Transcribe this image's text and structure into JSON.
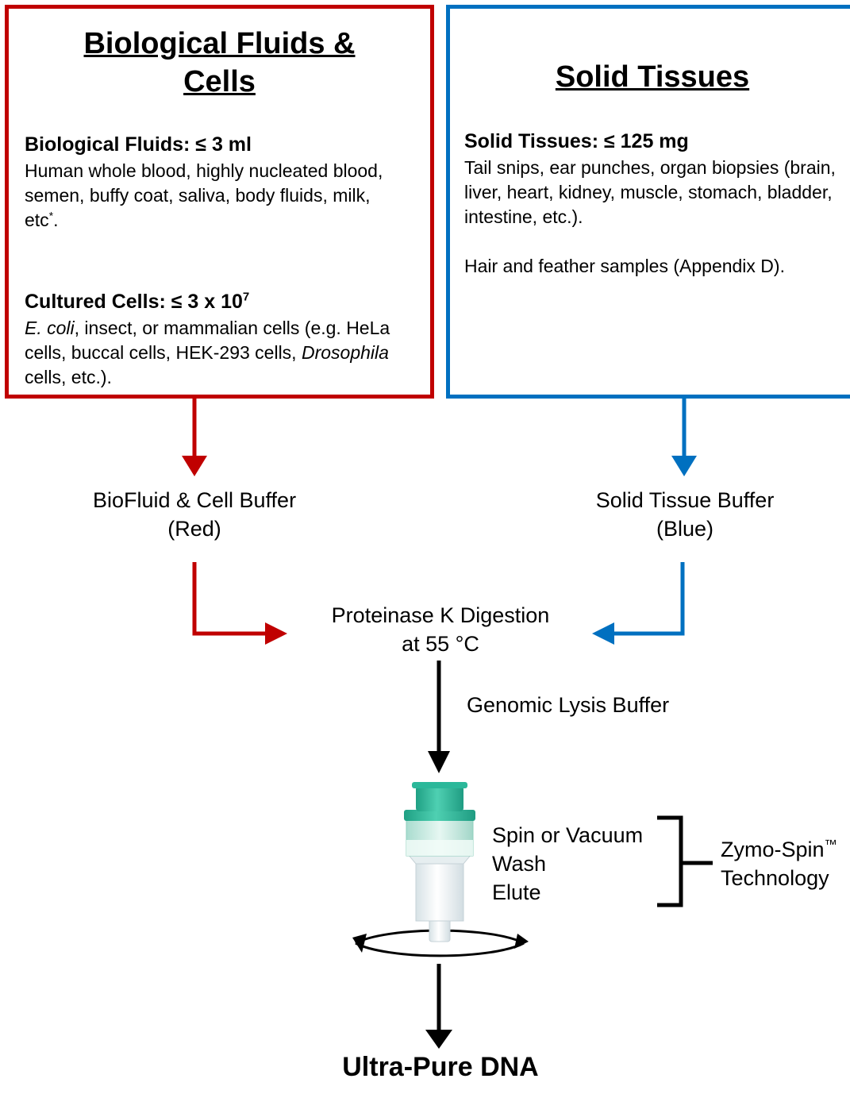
{
  "colors": {
    "red": "#c00000",
    "blue": "#0070c0",
    "column_teal": "#2bb89a",
    "column_body": "#e8eef0"
  },
  "left_box": {
    "title_line1": "Biological Fluids &",
    "title_line2": "Cells",
    "fluids": {
      "heading": "Biological Fluids: ≤ 3 ml",
      "text": "Human whole blood, highly nucleated blood, semen, buffy coat, saliva, body fluids, milk, etc",
      "sup": "*",
      "end": "."
    },
    "cells": {
      "heading": "Cultured Cells: ≤ 3 x 10",
      "heading_sup": "7",
      "italic_1": "E. coli",
      "text_1": ", insect, or mammalian cells (e.g. HeLa cells, buccal cells, HEK-293 cells, ",
      "italic_2": "Drosophila",
      "text_2": " cells, etc.)."
    }
  },
  "right_box": {
    "title": "Solid Tissues",
    "heading": "Solid Tissues: ≤ 125 mg",
    "text": "Tail snips, ear punches, organ biopsies (brain, liver, heart, kidney, muscle, stomach, bladder, intestine, etc.).",
    "text_2": "Hair and feather samples (Appendix D)."
  },
  "buffers": {
    "left_line1": "BioFluid & Cell Buffer",
    "left_line2": "(Red)",
    "right_line1": "Solid Tissue Buffer",
    "right_line2": "(Blue)"
  },
  "digestion": {
    "line1": "Proteinase K Digestion",
    "line2": "at 55 °C"
  },
  "lysis": "Genomic Lysis Buffer",
  "steps": [
    "Spin or Vacuum",
    "Wash",
    "Elute"
  ],
  "technology": {
    "line1": "Zymo-Spin",
    "tm": "™",
    "line2": "Technology"
  },
  "result": "Ultra-Pure DNA"
}
